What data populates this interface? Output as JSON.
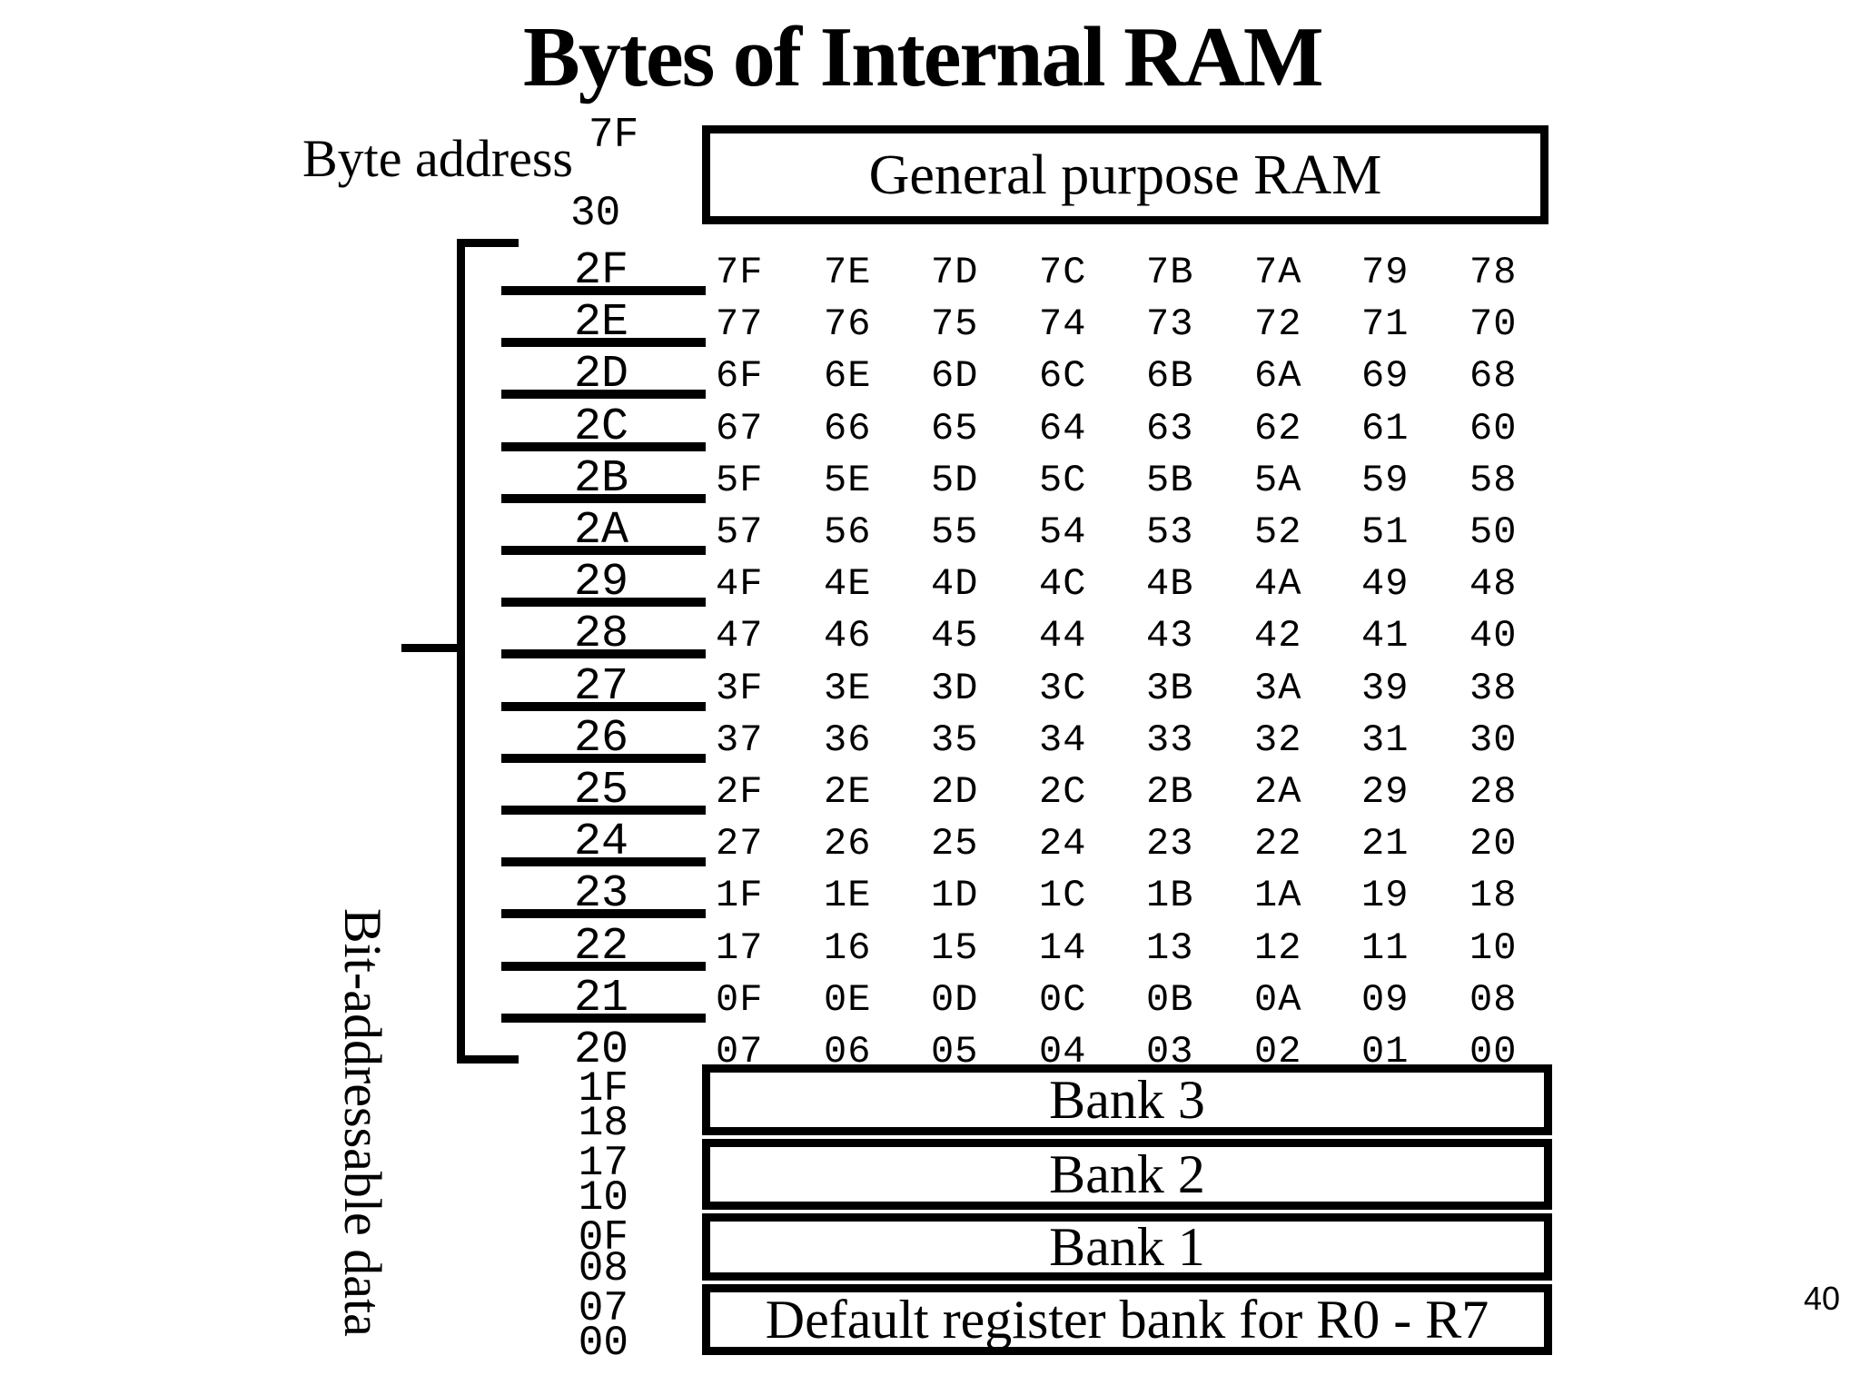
{
  "title": "Bytes of Internal RAM",
  "byte_address": {
    "label": "Byte address",
    "high": "7F",
    "low": "30"
  },
  "general_purpose_ram": {
    "label": "General purpose RAM"
  },
  "side_label": "Bit-addressable data",
  "bit_table": {
    "rows": [
      {
        "addr": "2F",
        "bits": [
          "7F",
          "7E",
          "7D",
          "7C",
          "7B",
          "7A",
          "79",
          "78"
        ]
      },
      {
        "addr": "2E",
        "bits": [
          "77",
          "76",
          "75",
          "74",
          "73",
          "72",
          "71",
          "70"
        ]
      },
      {
        "addr": "2D",
        "bits": [
          "6F",
          "6E",
          "6D",
          "6C",
          "6B",
          "6A",
          "69",
          "68"
        ]
      },
      {
        "addr": "2C",
        "bits": [
          "67",
          "66",
          "65",
          "64",
          "63",
          "62",
          "61",
          "60"
        ]
      },
      {
        "addr": "2B",
        "bits": [
          "5F",
          "5E",
          "5D",
          "5C",
          "5B",
          "5A",
          "59",
          "58"
        ]
      },
      {
        "addr": "2A",
        "bits": [
          "57",
          "56",
          "55",
          "54",
          "53",
          "52",
          "51",
          "50"
        ]
      },
      {
        "addr": "29",
        "bits": [
          "4F",
          "4E",
          "4D",
          "4C",
          "4B",
          "4A",
          "49",
          "48"
        ]
      },
      {
        "addr": "28",
        "bits": [
          "47",
          "46",
          "45",
          "44",
          "43",
          "42",
          "41",
          "40"
        ]
      },
      {
        "addr": "27",
        "bits": [
          "3F",
          "3E",
          "3D",
          "3C",
          "3B",
          "3A",
          "39",
          "38"
        ]
      },
      {
        "addr": "26",
        "bits": [
          "37",
          "36",
          "35",
          "34",
          "33",
          "32",
          "31",
          "30"
        ]
      },
      {
        "addr": "25",
        "bits": [
          "2F",
          "2E",
          "2D",
          "2C",
          "2B",
          "2A",
          "29",
          "28"
        ]
      },
      {
        "addr": "24",
        "bits": [
          "27",
          "26",
          "25",
          "24",
          "23",
          "22",
          "21",
          "20"
        ]
      },
      {
        "addr": "23",
        "bits": [
          "1F",
          "1E",
          "1D",
          "1C",
          "1B",
          "1A",
          "19",
          "18"
        ]
      },
      {
        "addr": "22",
        "bits": [
          "17",
          "16",
          "15",
          "14",
          "13",
          "12",
          "11",
          "10"
        ]
      },
      {
        "addr": "21",
        "bits": [
          "0F",
          "0E",
          "0D",
          "0C",
          "0B",
          "0A",
          "09",
          "08"
        ]
      },
      {
        "addr": "20",
        "bits": [
          "07",
          "06",
          "05",
          "04",
          "03",
          "02",
          "01",
          "00"
        ]
      }
    ]
  },
  "banks": [
    {
      "label": "Bank 3",
      "addr_high": "1F",
      "addr_low": "18"
    },
    {
      "label": "Bank 2",
      "addr_high": "17",
      "addr_low": "10"
    },
    {
      "label": "Bank 1",
      "addr_high": "0F",
      "addr_low": "08"
    },
    {
      "label": "Default register bank for R0 - R7",
      "addr_high": "07",
      "addr_low": "00"
    }
  ],
  "page_number": "40",
  "colors": {
    "foreground": "#000000",
    "background": "#ffffff"
  }
}
